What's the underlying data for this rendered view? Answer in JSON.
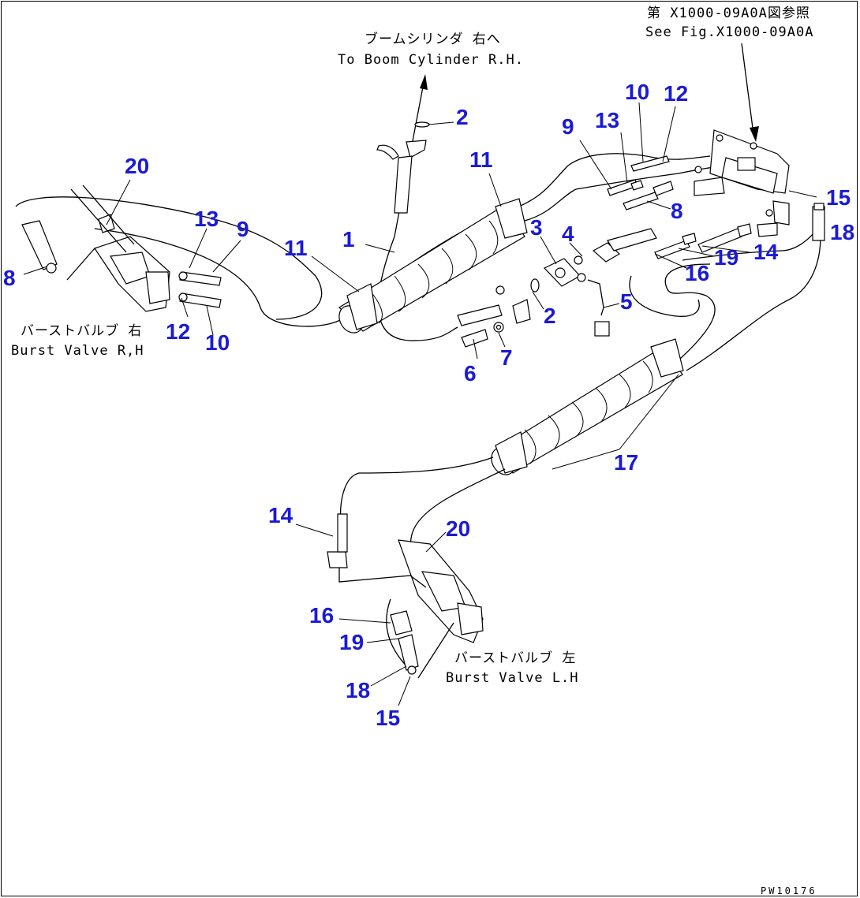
{
  "notes": {
    "ref_jp": "第 X1000-09A0A図参照",
    "ref_en": "See Fig.X1000-09A0A",
    "boom_jp": "ブームシリンダ 右へ",
    "boom_en": "To Boom Cylinder R.H.",
    "burst_r_jp": "バーストバルブ 右",
    "burst_r_en": "Burst Valve R,H",
    "burst_l_jp": "バーストバルブ 左",
    "burst_l_en": "Burst Valve L.H"
  },
  "drawing_code": "PW10176",
  "callouts": [
    "20",
    "8",
    "13",
    "9",
    "12",
    "10",
    "11",
    "1",
    "2",
    "11",
    "3",
    "4",
    "2",
    "5",
    "6",
    "7",
    "9",
    "13",
    "10",
    "12",
    "8",
    "15",
    "18",
    "19",
    "14",
    "16",
    "17",
    "14",
    "20",
    "16",
    "19",
    "18",
    "15"
  ],
  "colors": {
    "callout": "#1a1ad6",
    "line": "#000000",
    "background": "#ffffff"
  }
}
